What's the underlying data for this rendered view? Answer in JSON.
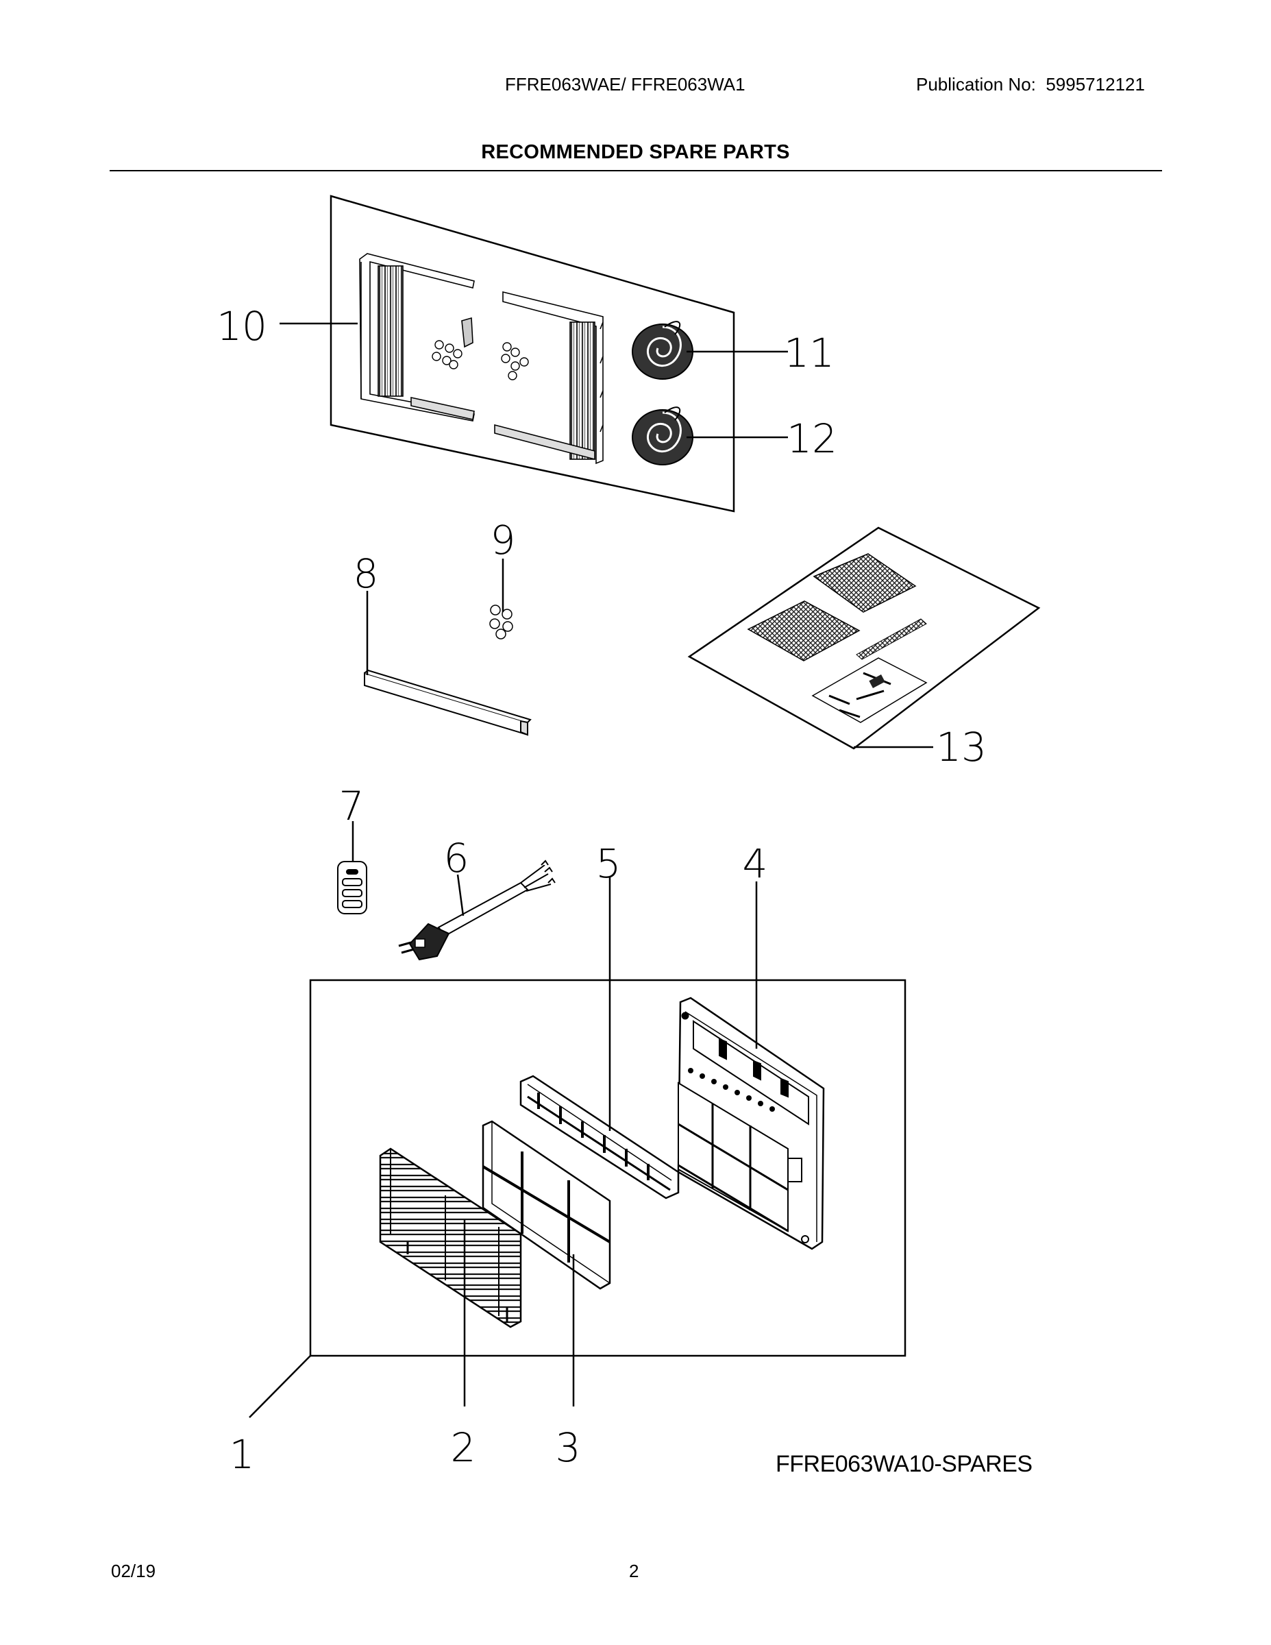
{
  "header": {
    "models": "FFRE063WAE/ FFRE063WA1",
    "publication_label": "Publication No:",
    "publication_number": "5995712121"
  },
  "title": "RECOMMENDED SPARE PARTS",
  "callouts": [
    "1",
    "2",
    "3",
    "4",
    "5",
    "6",
    "7",
    "8",
    "9",
    "10",
    "11",
    "12",
    "13"
  ],
  "diagram_code": "FFRE063WA10-SPARES",
  "footer": {
    "date": "02/19",
    "page": "2"
  }
}
